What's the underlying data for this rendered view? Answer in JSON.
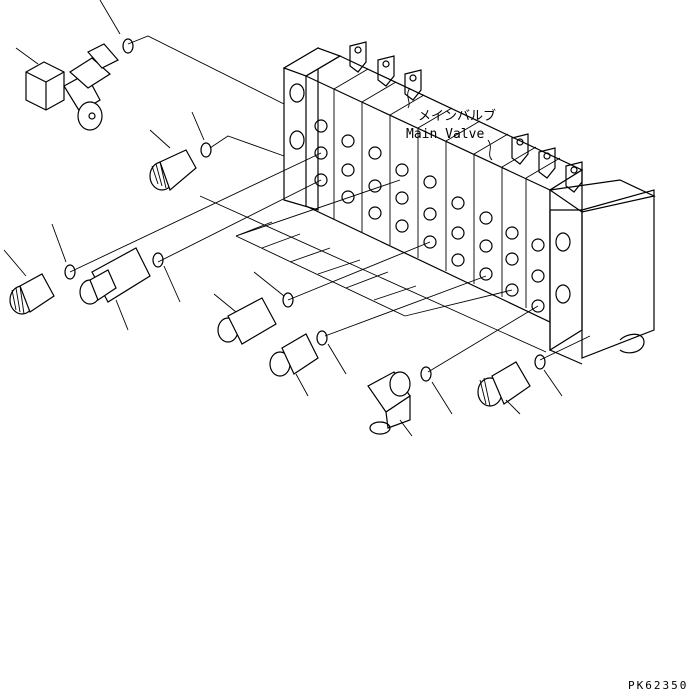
{
  "callout": {
    "label_jp": "メインバルブ",
    "label_en": "Main Valve"
  },
  "figure_code": "PK62350",
  "colors": {
    "ink": "#000000",
    "paper": "#ffffff"
  }
}
